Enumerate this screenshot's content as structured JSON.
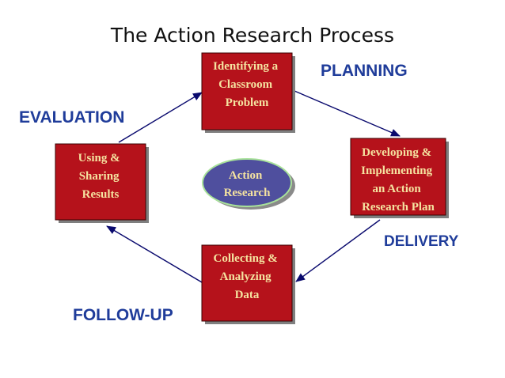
{
  "title": "The Action Research Process",
  "colors": {
    "box_fill": "#b5121b",
    "box_text": "#f5e3a0",
    "oval_fill": "#4f4f9e",
    "phase_text": "#1f3c9a",
    "arrow": "#0a0a6e"
  },
  "phases": {
    "planning": "PLANNING",
    "evaluation": "EVALUATION",
    "delivery": "DELIVERY",
    "follow_up": "FOLLOW-UP"
  },
  "center": {
    "lines": [
      "Action",
      "Research"
    ]
  },
  "steps": [
    {
      "id": "identifying",
      "lines": [
        "Identifying a",
        "Classroom",
        "Problem"
      ]
    },
    {
      "id": "developing",
      "lines": [
        "Developing &",
        "Implementing",
        "an Action",
        "Research Plan"
      ]
    },
    {
      "id": "collecting",
      "lines": [
        "Collecting &",
        "Analyzing",
        "Data"
      ]
    },
    {
      "id": "using",
      "lines": [
        "Using &",
        "Sharing",
        "Results"
      ]
    }
  ]
}
